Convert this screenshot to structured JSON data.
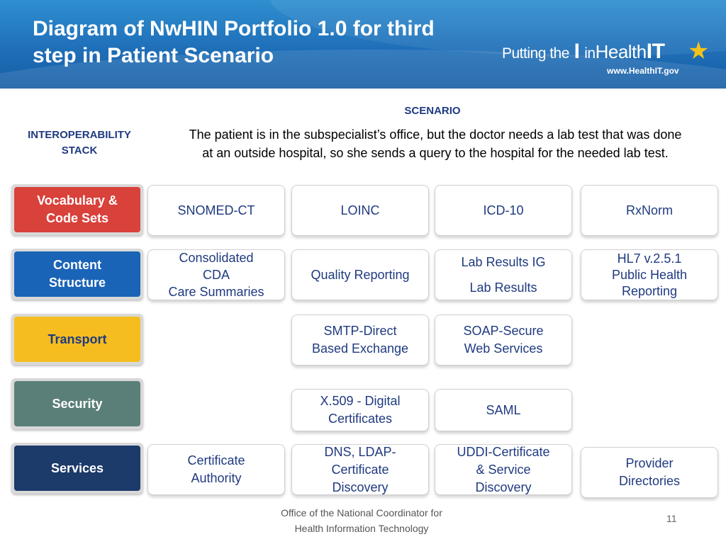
{
  "title": "Diagram of NwHIN Portfolio 1.0 for third\nstep in Patient Scenario",
  "logo": {
    "text_main": "Putting the",
    "text_i": "I",
    "text_in": "in",
    "text_health": "Health",
    "text_it": "IT",
    "url": "www.HealthIT.gov",
    "star_icon": "star-icon"
  },
  "scenario": {
    "heading": "SCENARIO",
    "text": "The patient is in the subspecialist’s office, but the doctor needs a lab test that was done at an outside hospital, so she sends a query to the hospital for the needed lab test."
  },
  "stack_heading": "INTEROPERABILITY\nSTACK",
  "colors": {
    "vocab": "#d9413b",
    "content": "#1a64b8",
    "transport": "#f5bd1f",
    "security": "#5a7f78",
    "services": "#1c3a6a",
    "cell_text": "#1f3a80"
  },
  "layers": [
    {
      "label": "Vocabulary &\nCode Sets",
      "cells": [
        "SNOMED-CT",
        "LOINC",
        "ICD-10",
        "RxNorm"
      ]
    },
    {
      "label": "Content\nStructure",
      "cells": [
        "Consolidated\nCDA\nCare Summaries",
        "Quality Reporting",
        "Lab Results IG\n\nLab Results",
        "HL7 v.2.5.1\nPublic Health\nReporting"
      ]
    },
    {
      "label": "Transport",
      "cells": [
        "",
        "SMTP-Direct\nBased Exchange",
        "SOAP-Secure\nWeb Services",
        ""
      ]
    },
    {
      "label": "Security",
      "cells": [
        "",
        "X.509 - Digital\nCertificates",
        "SAML",
        ""
      ]
    },
    {
      "label": "Services",
      "cells": [
        "Certificate\nAuthority",
        "DNS, LDAP-\nCertificate\nDiscovery",
        "UDDI-Certificate\n& Service\nDiscovery",
        "Provider\nDirectories"
      ]
    }
  ],
  "footer": "Office of the National Coordinator for\nHealth Information Technology",
  "page_number": "11"
}
